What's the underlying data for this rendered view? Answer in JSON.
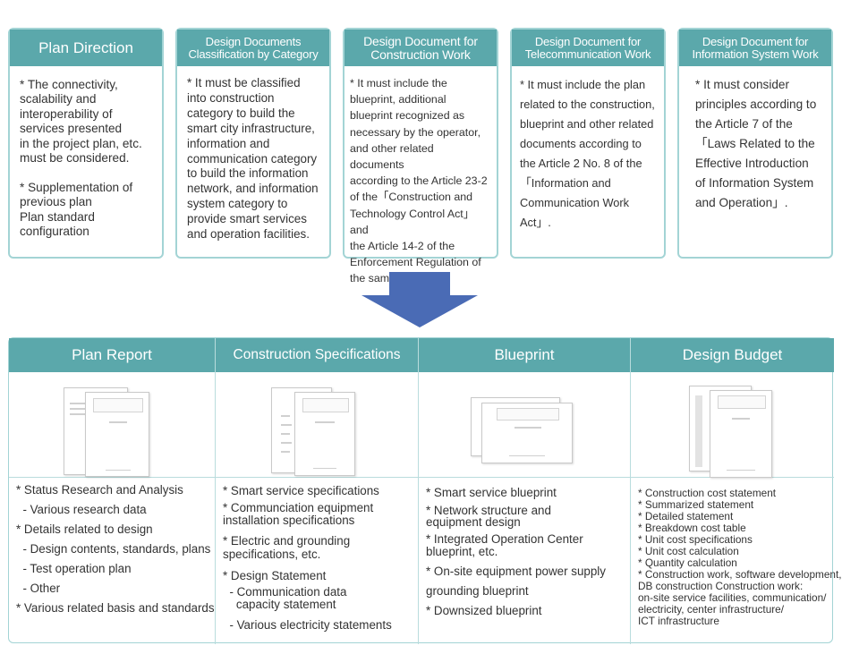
{
  "top_cards": [
    {
      "title": "Plan Direction",
      "body": "* The connectivity,\nscalability and\ninteroperability of\nservices presented\nin the project plan, etc.\nmust be considered.\n\n* Supplementation of\nprevious plan\nPlan standard configuration"
    },
    {
      "title": "Design Documents\nClassification by Category",
      "body": "* It must be classified\ninto construction\ncategory to build the\nsmart city infrastructure,\ninformation and\ncommunication category\nto build the information\nnetwork, and information\nsystem category to\nprovide smart services\nand operation facilities."
    },
    {
      "title": "Design Document for\nConstruction Work",
      "body": "* It must include the\nblueprint, additional\nblueprint recognized as\nnecessary by the operator,\nand other related documents\naccording to the Article 23-2\nof the「Construction and\nTechnology Control Act」and\nthe Article 14-2 of the\nEnforcement Regulation of\nthe same Act."
    },
    {
      "title": "Design Document for\nTelecommunication Work",
      "body": "* It must include the plan\nrelated to the construction,\nblueprint and other related\ndocuments according to\nthe Article 2 No. 8 of the\n「Information and\nCommunication Work Act」."
    },
    {
      "title": "Design Document for\nInformation System Work",
      "body": "* It must consider\nprinciples according to\nthe Article 7 of the\n「Laws Related to the\nEffective Introduction\nof Information System\nand Operation」."
    }
  ],
  "arrow": {
    "icon": "down-arrow-icon",
    "color": "#4a6bb5"
  },
  "columns": [
    {
      "title": "Plan Report",
      "items": [
        "* Status Research and Analysis",
        "  - Various research data",
        "* Details related to design",
        "  - Design contents, standards, plans",
        "  - Test operation plan",
        "  - Other",
        "* Various related basis and standards"
      ]
    },
    {
      "title": "Construction Specifications",
      "items": [
        "* Smart service specifications",
        "* Communciation equipment",
        "installation specifications",
        "* Electric and grounding",
        "specifications, etc.",
        "* Design Statement",
        "  - Communication data",
        "    capacity statement",
        "  - Various electricity statements"
      ]
    },
    {
      "title": "Blueprint",
      "items": [
        "* Smart service blueprint",
        "* Network structure and",
        "equipment design",
        "* Integrated Operation Center",
        "blueprint, etc.",
        "* On-site equipment power supply",
        "grounding blueprint",
        "* Downsized blueprint"
      ]
    },
    {
      "title": "Design Budget",
      "items": [
        "* Construction cost statement",
        "* Summarized statement",
        "* Detailed statement",
        "* Breakdown cost table",
        "* Unit cost specifications",
        "* Unit cost calculation",
        "* Quantity calculation",
        "* Construction work, software development,",
        "DB construction Construction work:",
        "on-site service facilities, communication/",
        "electricity, center infrastructure/",
        "ICT infrastructure"
      ]
    }
  ],
  "colors": {
    "header": "#5ba8ab",
    "border": "#a3d4d5",
    "arrow": "#4a6bb5"
  }
}
